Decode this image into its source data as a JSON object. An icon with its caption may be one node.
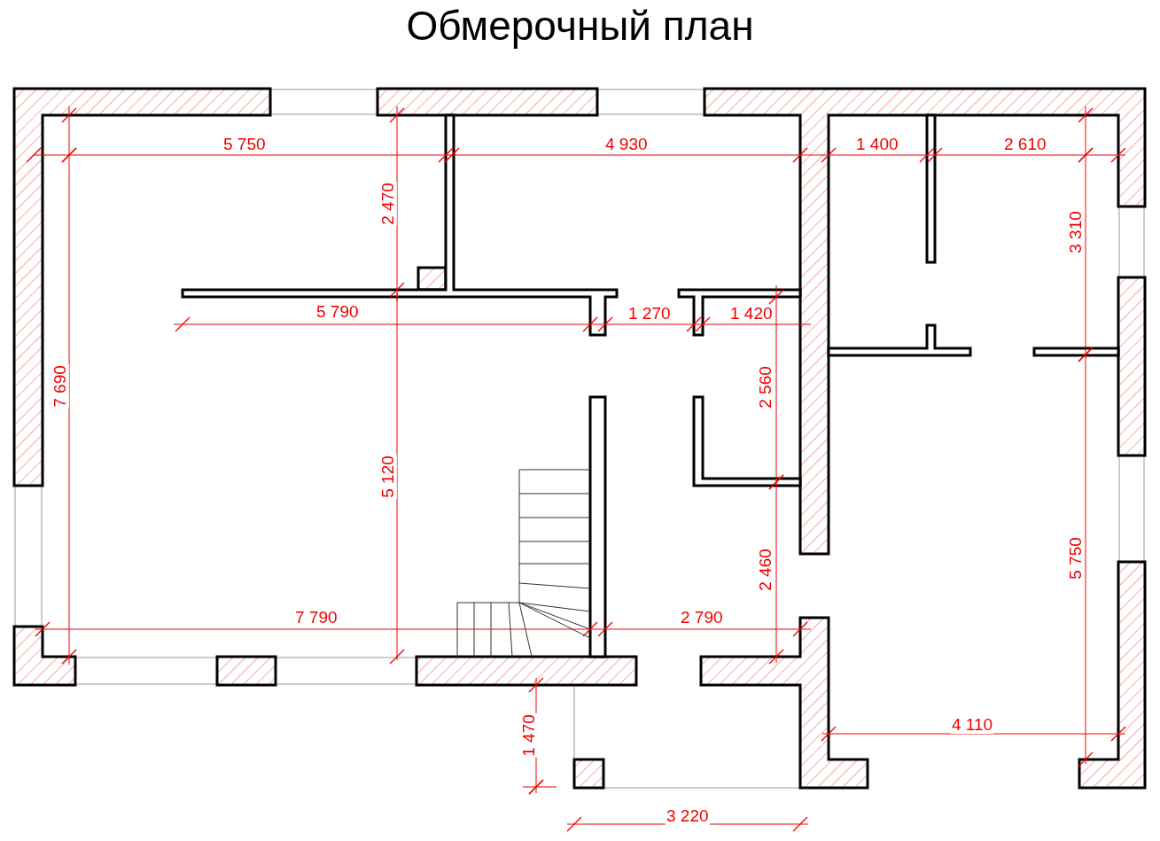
{
  "diagram": {
    "title": "Обмерочный план",
    "labels": [
      "5 750",
      "4 930",
      "1 400",
      "2 610",
      "2 470",
      "3 310",
      "5 790",
      "1 270",
      "1 420",
      "7 690",
      "2 560",
      "5 120",
      "2 460",
      "5 750",
      "7 790",
      "2 790",
      "4 110",
      "1 470",
      "3 220"
    ]
  }
}
